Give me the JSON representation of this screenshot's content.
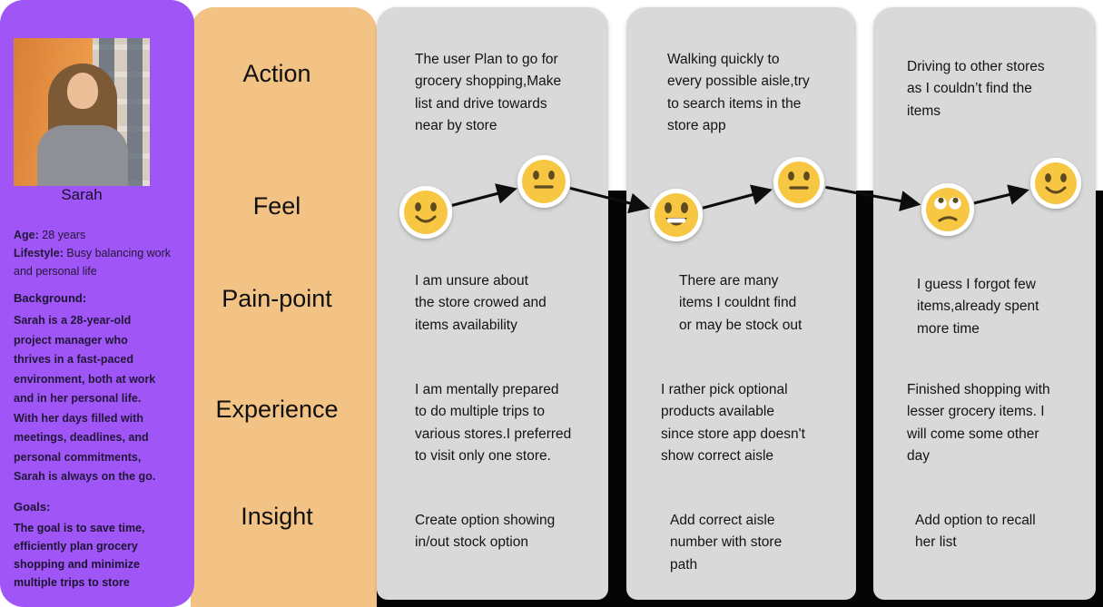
{
  "persona": {
    "name": "Sarah",
    "age_label": "Age:",
    "age_value": "28 years",
    "lifestyle_label": "Lifestyle:",
    "lifestyle_value": "Busy balancing work and personal life",
    "background_label": "Background:",
    "background_text": "Sarah is a 28-year-old\nproject manager who\nthrives in a fast-paced\nenvironment, both at work\nand in her personal life.\nWith her days filled with\nmeetings, deadlines, and\npersonal commitments,\nSarah is always on the go.",
    "goals_label": "Goals:",
    "goals_text": "The goal is to save time,\nefficiently plan grocery\nshopping and minimize\nmultiple trips to  store"
  },
  "rows": [
    "Action",
    "Feel",
    "Pain-point",
    "Experience",
    "Insight"
  ],
  "stages": [
    {
      "action": "The user Plan to go for\ngrocery shopping,Make\nlist and drive towards\nnear by store",
      "feel": {
        "emoji_1": "slightly-smiling-face",
        "emoji_2": "neutral-face"
      },
      "pain_point": "I am unsure about\nthe store crowed and\nitems availability",
      "experience": "I am mentally prepared\nto do multiple trips to\nvarious stores.I preferred\nto visit only one store.",
      "insight": "Create option showing\nin/out stock option"
    },
    {
      "action": "Walking quickly to\nevery possible aisle,try\nto search items in the\nstore app",
      "feel": {
        "emoji_1": "grinning-face",
        "emoji_2": "neutral-face"
      },
      "pain_point": "There are many\nitems I couldnt find\nor may be stock out",
      "experience": "I rather pick optional\nproducts available\nsince store app doesn't\nshow correct aisle",
      "insight": "Add  correct aisle\nnumber with store\npath"
    },
    {
      "action": "Driving to other stores\nas I couldn’t find the\nitems",
      "feel": {
        "emoji_1": "face-with-rolling-eyes",
        "emoji_2": "slightly-smiling-face"
      },
      "pain_point": "I guess I forgot few\nitems,already spent\nmore time",
      "experience": "Finished shopping with\nlesser grocery items. I\nwill come some other\nday",
      "insight": "Add option to recall\nher list"
    }
  ],
  "colors": {
    "sidebar_purple": "#A055F7",
    "label_orange": "#F3C385",
    "card_gray": "#D9D9D9",
    "backdrop_black": "#050505",
    "emoji_yellow": "#F7C643",
    "emoji_feature_brown": "#5D4A1F",
    "connector_black": "#0D0D0D"
  }
}
